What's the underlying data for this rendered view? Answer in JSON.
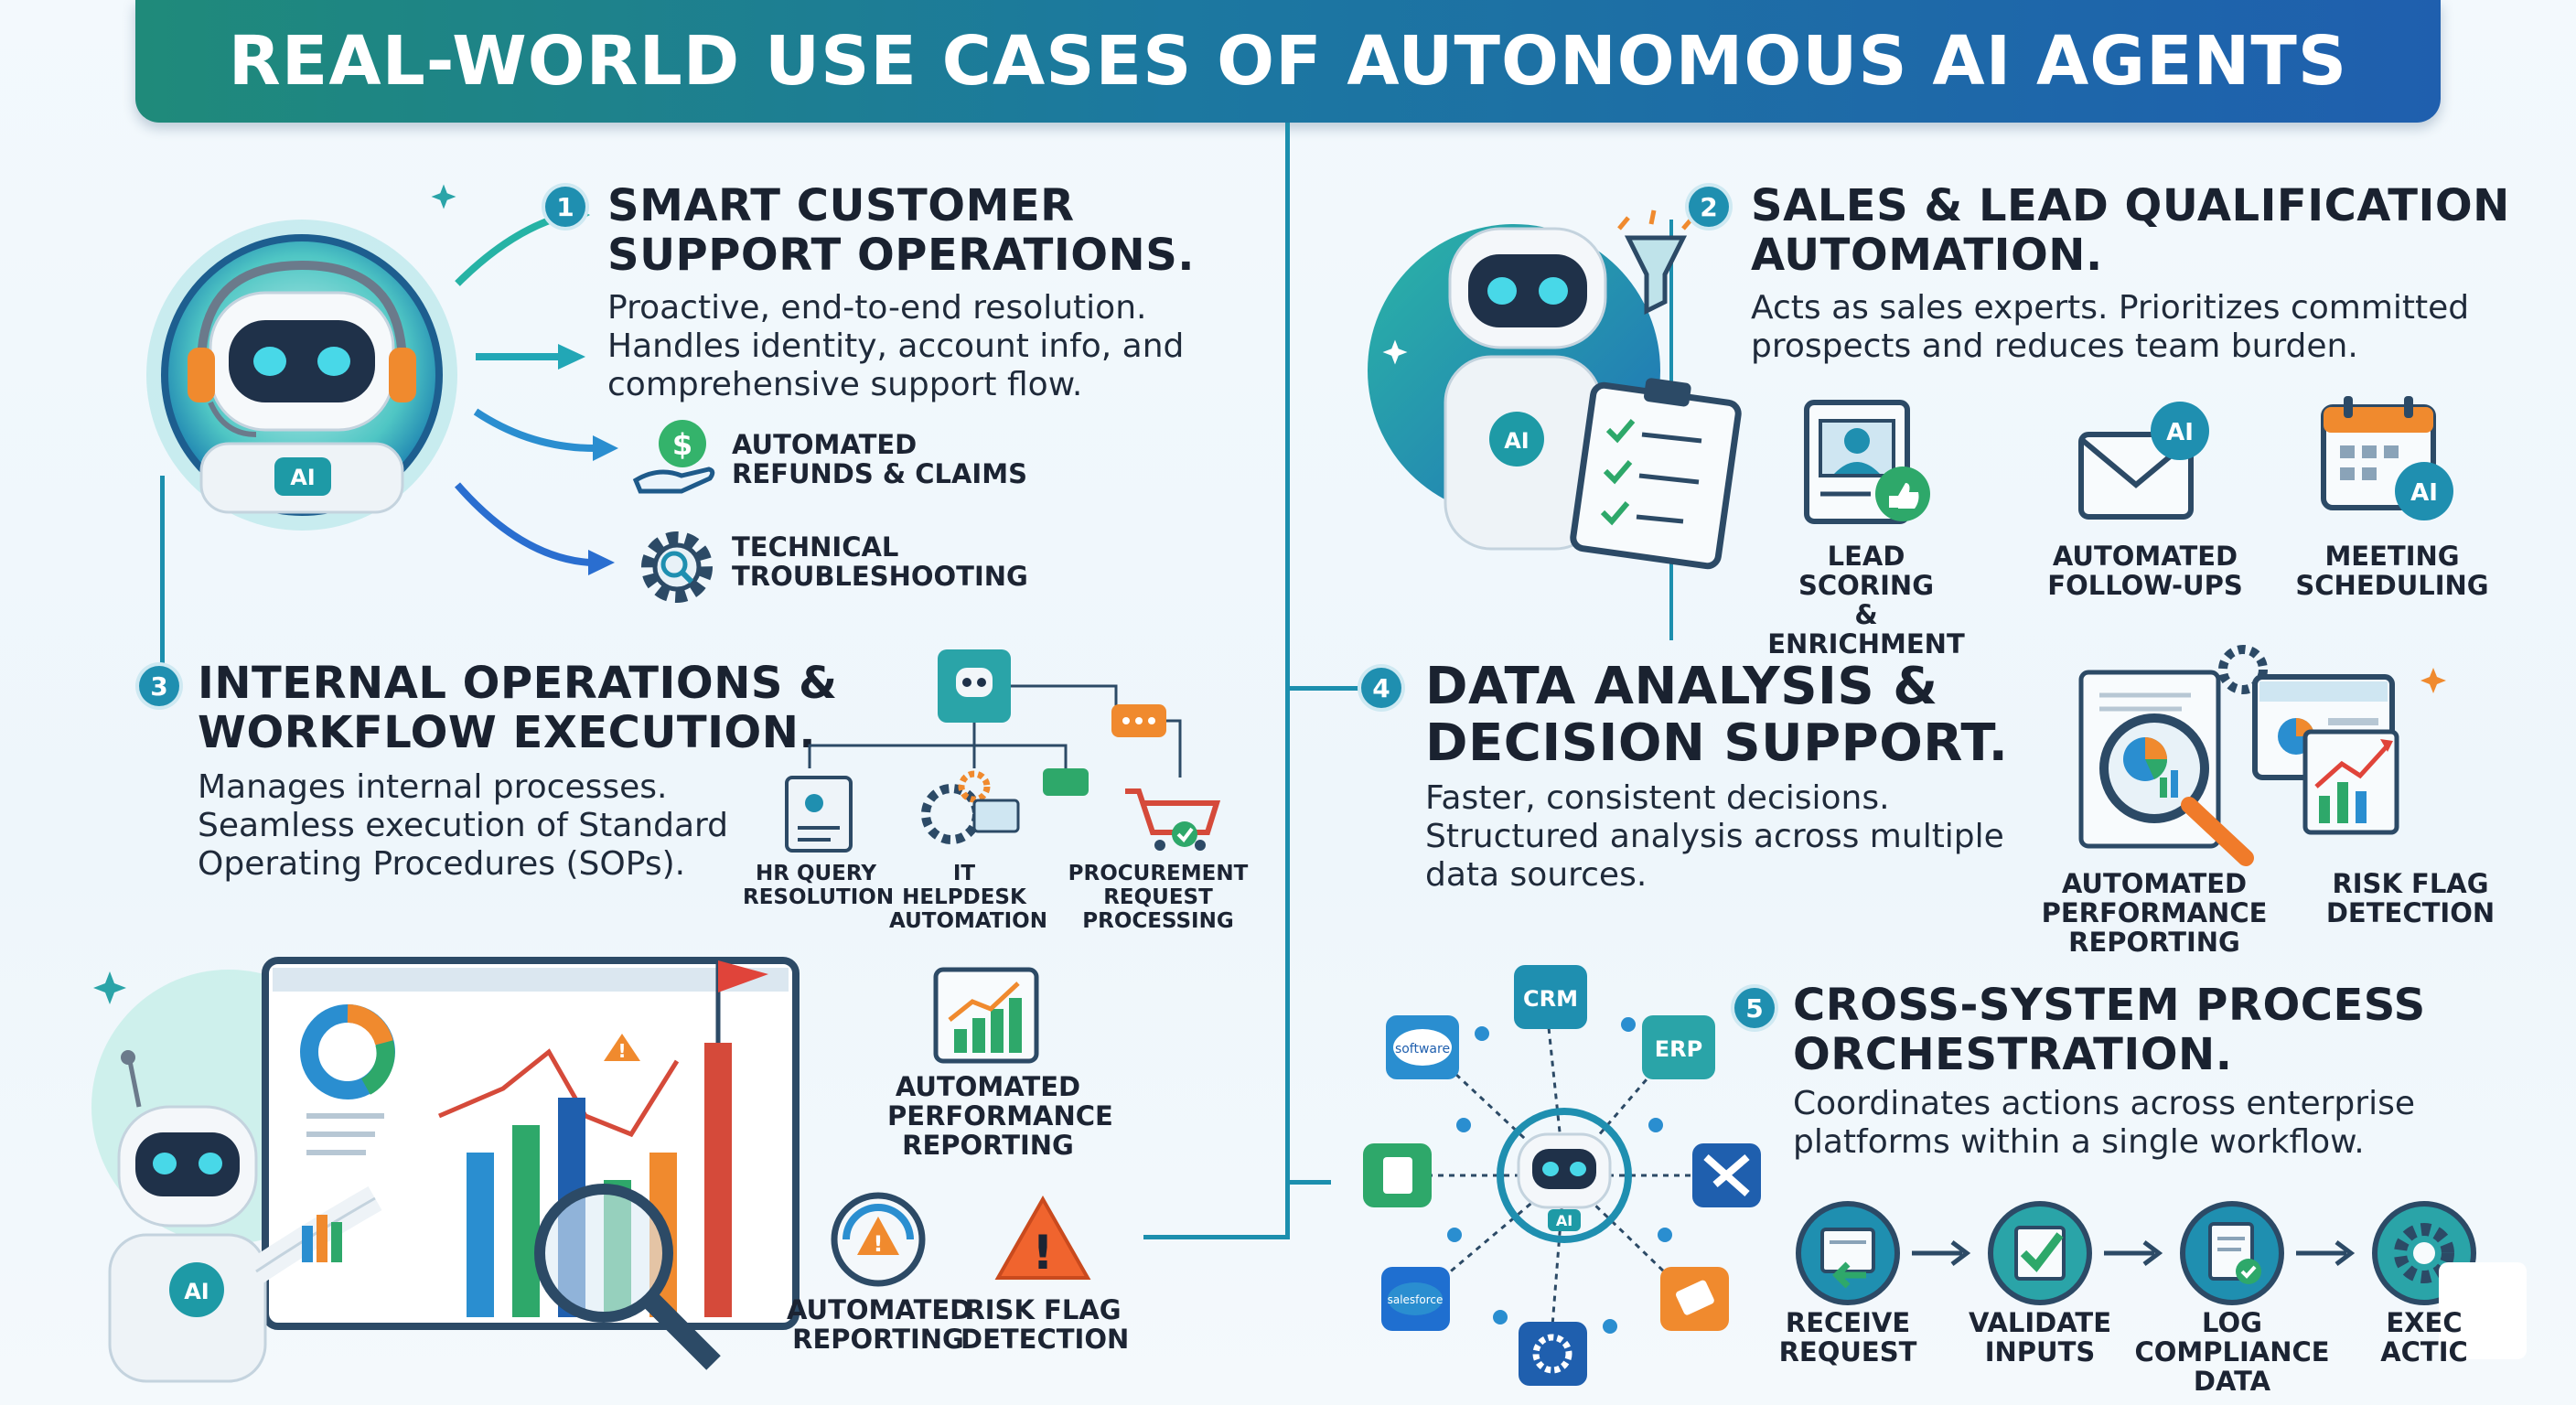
{
  "title": "REAL-WORLD USE CASES OF AUTONOMOUS AI AGENTS",
  "colors": {
    "teal": "#1f8a7a",
    "blue": "#1f5fae",
    "accent": "#1f8fb0",
    "green": "#2ea86a",
    "orange": "#f07b2a"
  },
  "sections": [
    {
      "number": "1",
      "title_line1": "SMART CUSTOMER",
      "title_line2": "SUPPORT OPERATIONS.",
      "desc_line1": "Proactive, end-to-end resolution.",
      "desc_line2": "Handles identity, account info, and",
      "desc_line3": "comprehensive support flow.",
      "items": [
        {
          "icon": "money-hand-icon",
          "line1": "AUTOMATED",
          "line2": "REFUNDS & CLAIMS"
        },
        {
          "icon": "gear-search-icon",
          "line1": "TECHNICAL",
          "line2": "TROUBLESHOOTING"
        }
      ],
      "badge": "AI"
    },
    {
      "number": "2",
      "title_line1": "SALES & LEAD QUALIFICATION",
      "title_line2": "AUTOMATION.",
      "desc_line1": "Acts as sales experts. Prioritizes committed",
      "desc_line2": "prospects and reduces team burden.",
      "badge": "AI",
      "items": [
        {
          "icon": "lead-card-icon",
          "line1": "LEAD SCORING",
          "line2": "& ENRICHMENT"
        },
        {
          "icon": "envelope-ai-icon",
          "line1": "AUTOMATED",
          "line2": "FOLLOW-UPS",
          "badge": "AI"
        },
        {
          "icon": "calendar-ai-icon",
          "line1": "MEETING",
          "line2": "SCHEDULING",
          "badge": "AI"
        }
      ]
    },
    {
      "number": "3",
      "title_line1": "INTERNAL OPERATIONS &",
      "title_line2": "WORKFLOW EXECUTION.",
      "desc_line1": "Manages internal processes.",
      "desc_line2": "Seamless execution of Standard",
      "desc_line3": "Operating Procedures (SOPs).",
      "items": [
        {
          "icon": "hr-doc-icon",
          "line1": "HR QUERY",
          "line2": "RESOLUTION"
        },
        {
          "icon": "helpdesk-gear-icon",
          "line1": "IT HELPDESK",
          "line2": "AUTOMATION"
        },
        {
          "icon": "cart-icon",
          "line1": "PROCUREMENT",
          "line2": "REQUEST PROCESSING"
        }
      ]
    },
    {
      "number": "4",
      "title_line1": "DATA ANALYSIS &",
      "title_line2": "DECISION SUPPORT.",
      "desc_line1": "Faster, consistent decisions.",
      "desc_line2": "Structured analysis across multiple",
      "desc_line3": "data sources.",
      "items": [
        {
          "icon": "report-magnifier-icon",
          "line1": "AUTOMATED",
          "line2": "PERFORMANCE",
          "line3": "REPORTING"
        },
        {
          "icon": "risk-chart-icon",
          "line1": "RISK FLAG",
          "line2": "DETECTION"
        }
      ]
    },
    {
      "number": "5",
      "title_line1": "CROSS-SYSTEM PROCESS",
      "title_line2": "ORCHESTRATION.",
      "desc_line1": "Coordinates actions across enterprise",
      "desc_line2": "platforms within a single workflow.",
      "hub_nodes": [
        "CRM",
        "ERP",
        "software",
        "salesforce"
      ],
      "hub_badge": "AI",
      "steps": [
        {
          "icon": "receive-request-icon",
          "line1": "RECEIVE",
          "line2": "REQUEST"
        },
        {
          "icon": "validate-check-icon",
          "line1": "VALIDATE",
          "line2": "INPUTS"
        },
        {
          "icon": "log-doc-icon",
          "line1": "LOG COMPLIANCE",
          "line2": "DATA"
        },
        {
          "icon": "execute-gear-icon",
          "line1": "EXEC",
          "line2": "ACTIC"
        }
      ]
    }
  ],
  "bottom_left": {
    "badge": "AI",
    "items": [
      {
        "icon": "chart-report-icon",
        "line1": "AUTOMATED",
        "line2": "PERFORMANCE",
        "line3": "REPORTING"
      },
      {
        "icon": "gauge-warning-icon",
        "line1": "AUTOMATED",
        "line2": "REPORTING"
      },
      {
        "icon": "warning-triangle-icon",
        "line1": "RISK FLAG",
        "line2": "DETECTION"
      }
    ]
  }
}
